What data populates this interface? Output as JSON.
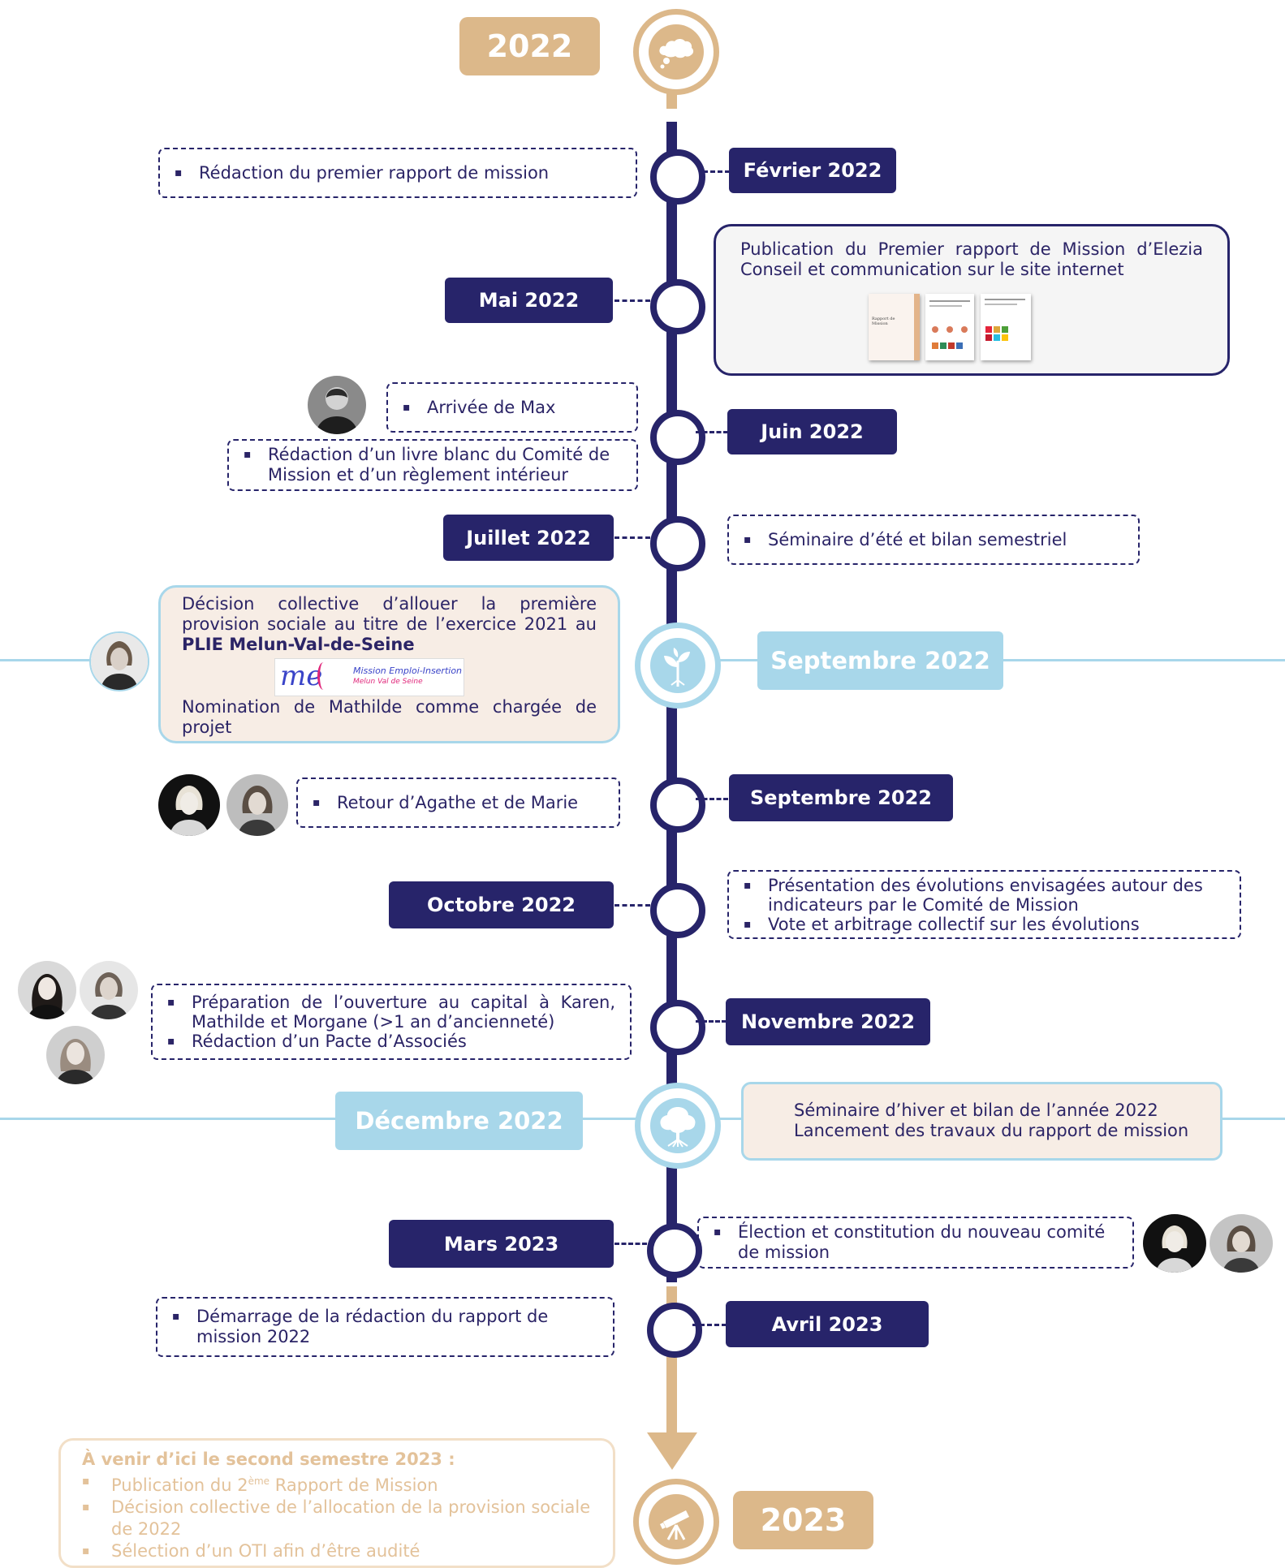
{
  "colors": {
    "navy": "#27246a",
    "gold": "#dcb88a",
    "light_blue": "#a8d7ea",
    "beige": "#f7ede5"
  },
  "year_start": "2022",
  "year_end": "2023",
  "icons": {
    "top": "thought-cloud-icon",
    "september": "sprout-icon",
    "december": "tree-icon",
    "bottom": "telescope-icon"
  },
  "events": {
    "fevrier": {
      "label": "Février 2022",
      "items": [
        "Rédaction du premier rapport de mission"
      ]
    },
    "mai": {
      "label": "Mai 2022",
      "text": "Publication du Premier rapport de Mission d’Elezia Conseil  et communication sur le site internet",
      "thumb_text": "Rapport de Mission"
    },
    "juin": {
      "label": "Juin 2022",
      "item1": "Arrivée de Max",
      "item2": "Rédaction d’un livre blanc du Comité de Mission et d’un règlement intérieur"
    },
    "juillet": {
      "label": "Juillet 2022",
      "items": [
        "Séminaire d’été et bilan semestriel"
      ]
    },
    "septembre_major": {
      "label": "Septembre 2022",
      "text1": "Décision collective d’allouer la première provision sociale au titre de l’exercice 2021 au",
      "text1_bold": "PLIE Melun-Val-de-Seine",
      "logo_me": "me",
      "logo_line1": "Mission Emploi-Insertion",
      "logo_line2": "Melun Val de Seine",
      "text2": "Nomination de Mathilde comme chargée de projet"
    },
    "septembre": {
      "label": "Septembre 2022",
      "items": [
        "Retour d’Agathe et de Marie"
      ]
    },
    "octobre": {
      "label": "Octobre 2022",
      "items": [
        "Présentation des évolutions envisagées  autour des indicateurs par le Comité de Mission",
        "Vote et arbitrage collectif sur les évolutions"
      ]
    },
    "novembre": {
      "label": "Novembre 2022",
      "items": [
        "Préparation de l’ouverture au capital à Karen, Mathilde et Morgane (>1 an d’ancienneté)",
        "Rédaction d’un Pacte d’Associés"
      ]
    },
    "decembre": {
      "label": "Décembre 2022",
      "items": [
        "Séminaire d’hiver et bilan de l’année 2022",
        "Lancement des travaux du rapport de mission"
      ]
    },
    "mars": {
      "label": "Mars 2023",
      "items": [
        "Élection et constitution du nouveau comité de mission"
      ]
    },
    "avril": {
      "label": "Avril 2023",
      "items": [
        "Démarrage de la rédaction du rapport de mission 2022"
      ]
    }
  },
  "future": {
    "title": "À venir d’ici le second semestre 2023 :",
    "item1_pre": "Publication du 2",
    "item1_sup": "ème",
    "item1_post": " Rapport de Mission",
    "item2": "Décision collective de l’allocation de la provision sociale de 2022",
    "item3": "Sélection d’un OTI afin d’être audité"
  }
}
